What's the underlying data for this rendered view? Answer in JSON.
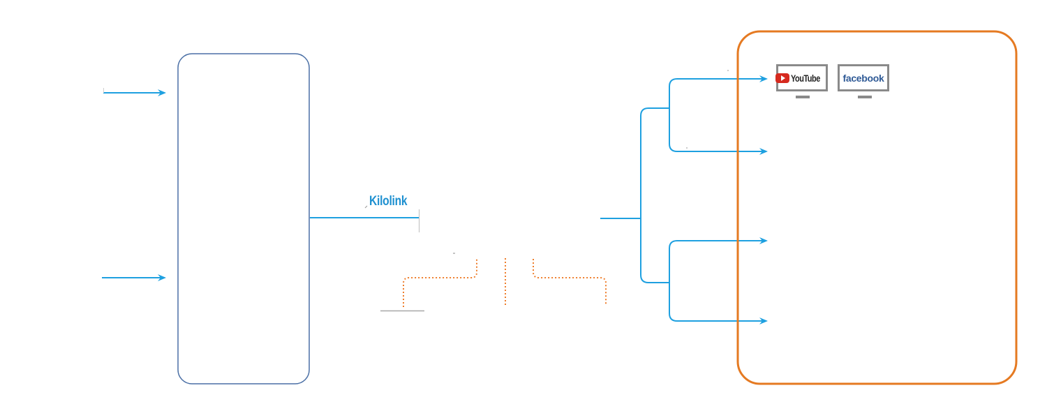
{
  "diagram": {
    "link_label": "Kilolink",
    "platforms": [
      {
        "name": "YouTube",
        "icon": "youtube-logo-icon"
      },
      {
        "name": "facebook",
        "icon": "facebook-logo-icon"
      }
    ]
  },
  "colors": {
    "arrow_blue": "#1ea0e0",
    "source_box_border": "#4a6fa5",
    "destination_box_border": "#e57a22",
    "dotted_orange": "#ee7d2b",
    "monitor_frame": "#8a8a8a",
    "youtube_red": "#d62a1f",
    "facebook_blue": "#2f5a96",
    "label_blue": "#1e90d0"
  }
}
